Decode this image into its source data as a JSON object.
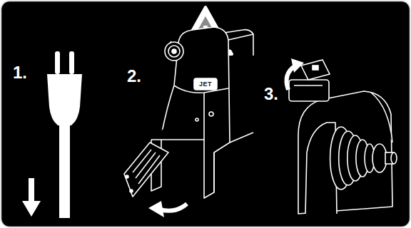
{
  "diagram": {
    "labels": [
      "1.",
      "2.",
      "3.",
      "JET"
    ]
  }
}
